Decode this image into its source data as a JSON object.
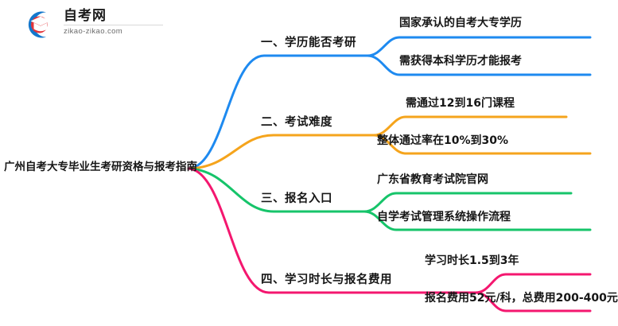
{
  "logo": {
    "name_cn": "自考网",
    "url": "zikao-zikao.com",
    "mark_icon": "graduation-cap-logo-icon",
    "arc_color": "#1477CC",
    "cap_color": "#E3343A"
  },
  "mindmap": {
    "root": {
      "title": "广州自考大专毕业生考研资格与报考指南"
    },
    "branches": [
      {
        "index": 1,
        "label": "一、学历能否考研",
        "color": "#1E8AF0",
        "children": [
          {
            "label": "国家承认的自考大专学历"
          },
          {
            "label": "需获得本科学历才能报考"
          }
        ]
      },
      {
        "index": 2,
        "label": "二、考试难度",
        "color": "#F5A41C",
        "children": [
          {
            "label": "需通过12到16门课程"
          },
          {
            "label": "整体通过率在10%到30%"
          }
        ]
      },
      {
        "index": 3,
        "label": "三、报名入口",
        "color": "#16C46A",
        "children": [
          {
            "label": "广东省教育考试院官网"
          },
          {
            "label": "自学考试管理系统操作流程"
          }
        ]
      },
      {
        "index": 4,
        "label": "四、学习时长与报名费用",
        "color": "#F4176F",
        "children": [
          {
            "label": "学习时长1.5到3年"
          },
          {
            "label": "报名费用52元/科，总费用200-400元"
          }
        ]
      }
    ]
  }
}
